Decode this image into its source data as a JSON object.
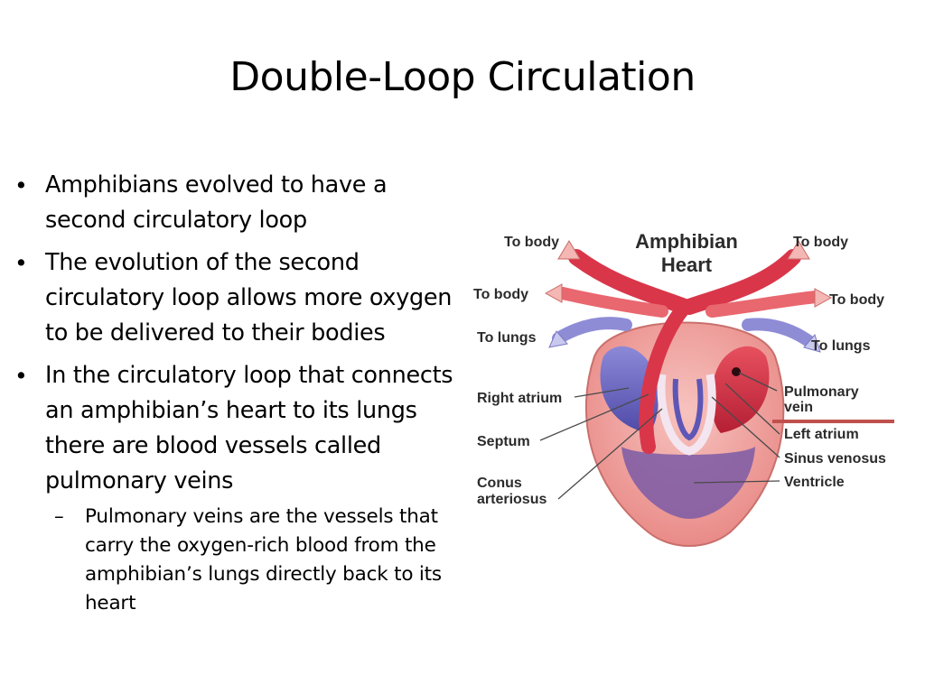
{
  "slide": {
    "title": "Double-Loop Circulation",
    "bullets": [
      {
        "text": "Amphibians evolved to have a second circulatory loop"
      },
      {
        "text": "The evolution of the second circulatory loop allows more oxygen to be delivered to their bodies"
      },
      {
        "text": "In the circulatory loop that connects an amphibian’s heart to its lungs there are blood vessels called pulmonary veins",
        "sub": "Pulmonary veins are the vessels that carry the oxygen-rich blood from the amphibian’s lungs directly back to its heart"
      }
    ],
    "bullet_glyph": "•",
    "sub_glyph": "–"
  },
  "diagram": {
    "title_line1": "Amphibian",
    "title_line2": "Heart",
    "labels": {
      "to_body_top_left": "To body",
      "to_body_top_right": "To body",
      "to_body_mid_left": "To body",
      "to_body_mid_right": "To body",
      "to_lungs_left": "To lungs",
      "to_lungs_right": "To lungs",
      "right_atrium": "Right atrium",
      "septum": "Septum",
      "conus_line1": "Conus",
      "conus_line2": "arteriosus",
      "pulmonary_line1": "Pulmonary",
      "pulmonary_line2": "vein",
      "left_atrium": "Left atrium",
      "sinus_venosus": "Sinus venosus",
      "ventricle": "Ventricle"
    },
    "colors": {
      "oxygenated": "#d9364a",
      "deoxygenated": "#6f6bc2",
      "heart_wall": "#f2a9a6",
      "highlight_line": "#c0504d"
    }
  }
}
